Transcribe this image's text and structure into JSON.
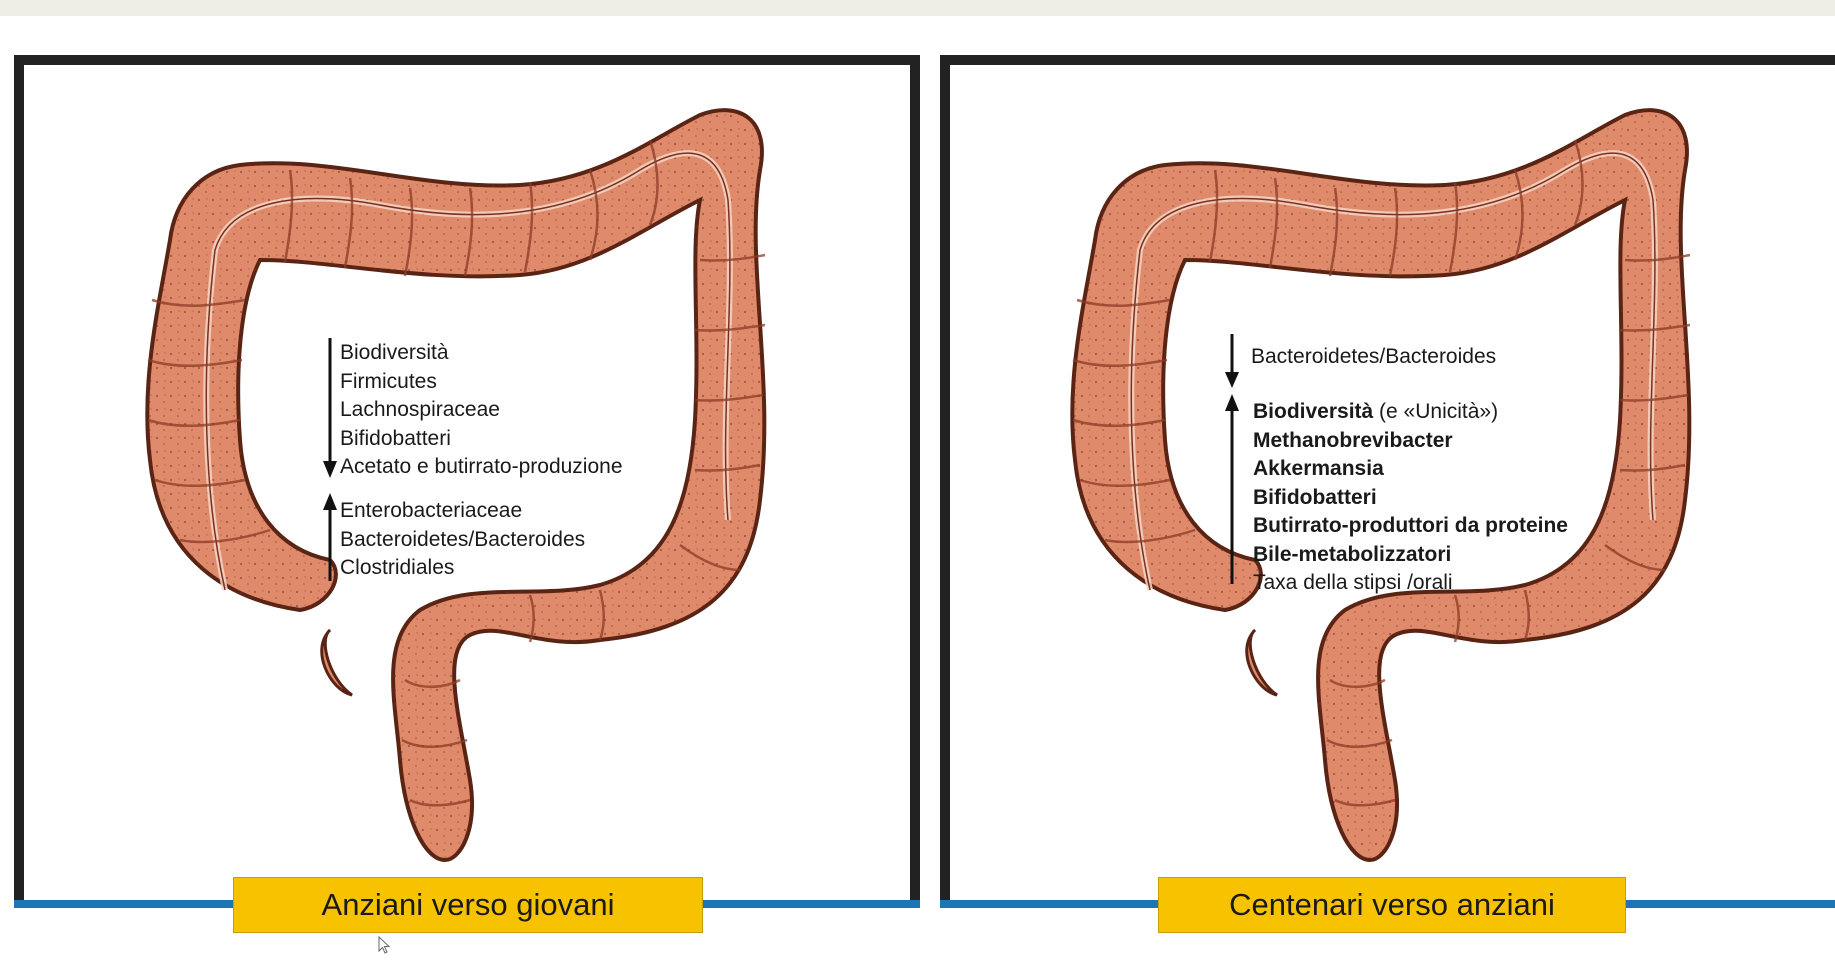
{
  "panels": [
    {
      "caption": "Anziani verso giovani",
      "down_list": [
        "Biodiversità",
        "Firmicutes",
        "Lachnospiraceae",
        "Bifidobatteri",
        "Acetato e butirrato-produzione"
      ],
      "up_list": [
        "Enterobacteriaceae",
        "Bacteroidetes/Bacteroides",
        "Clostridiales"
      ]
    },
    {
      "caption": "Centenari verso anziani",
      "down_list": [
        "Bacteroidetes/Bacteroides"
      ],
      "up_list_first_bold": "Biodiversità",
      "up_list_first_rest": " (e «Unicità»)",
      "up_list_bold": [
        "Methanobrevibacter",
        "Akkermansia",
        "Bifidobatteri",
        "Butirrato-produttori da proteine",
        "Bile-metabolizzatori"
      ],
      "up_list_plain": [
        "Taxa della stipsi /orali"
      ]
    }
  ],
  "colors": {
    "colon_fill": "#e08a6c",
    "colon_shade": "#b9563d",
    "frame": "#222222",
    "baseline_blue": "#1d75b6",
    "caption_bg": "#f7c200"
  }
}
